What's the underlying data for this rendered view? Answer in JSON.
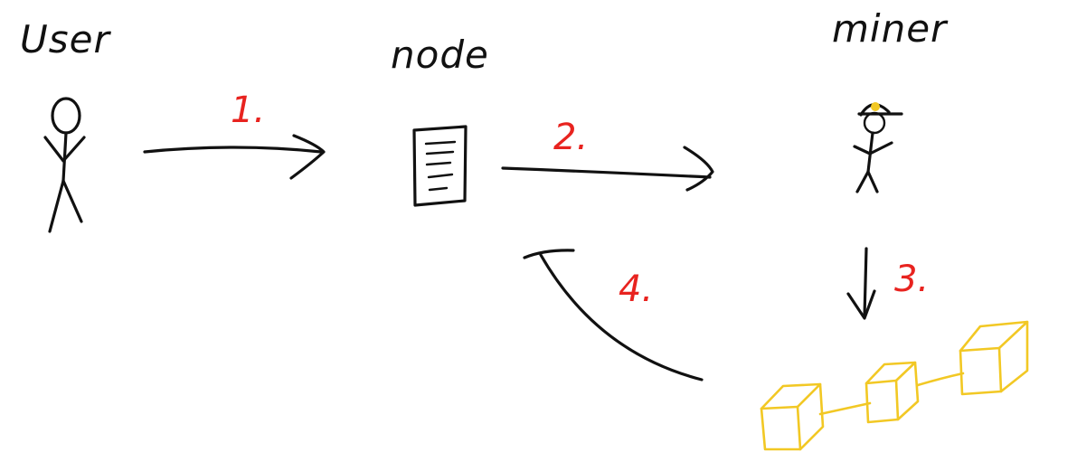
{
  "labels": {
    "user": "User",
    "node": "node",
    "miner": "miner"
  },
  "steps": {
    "s1": "1.",
    "s2": "2.",
    "s3": "3.",
    "s4": "4."
  },
  "colors": {
    "ink": "#111111",
    "step": "#e8231f",
    "blockchain": "#f2c824",
    "miner_helmet_light": "#f2c824"
  },
  "icons": {
    "user": "stick-figure-icon",
    "node": "document-icon",
    "miner": "miner-stick-figure-icon",
    "chain": "blockchain-blocks-icon"
  }
}
